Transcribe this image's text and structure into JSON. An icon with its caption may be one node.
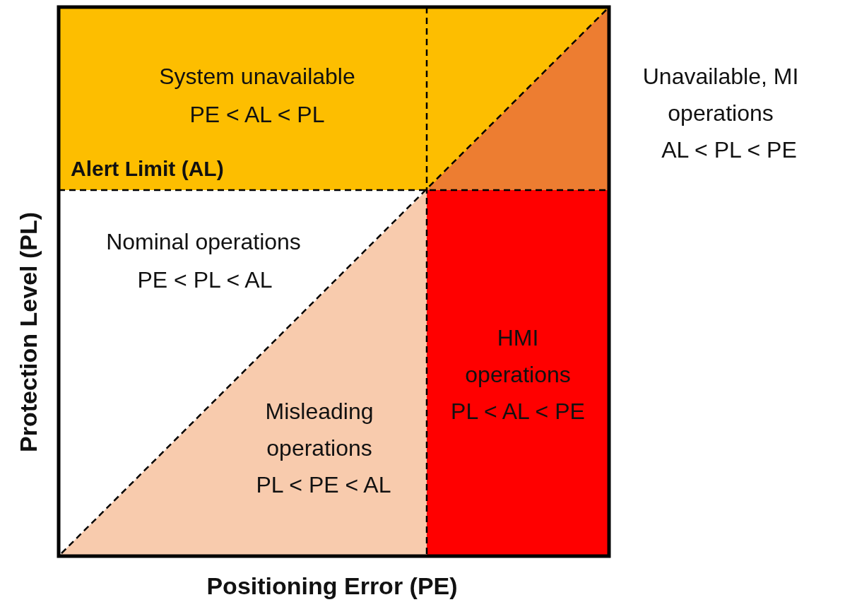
{
  "diagram": {
    "labels": [
      "System unavailable",
      "PE < AL < PL",
      "Unavailable, MI operations",
      "AL < PL < PE",
      "Alert Limit (AL)",
      "Nominal operations",
      "PE < PL < AL",
      "HMI operations",
      "PL < AL < PE",
      "Misleading operations",
      "PL < PE < AL",
      "Protection Level (PL)",
      "Positioning Error (PE)"
    ]
  }
}
